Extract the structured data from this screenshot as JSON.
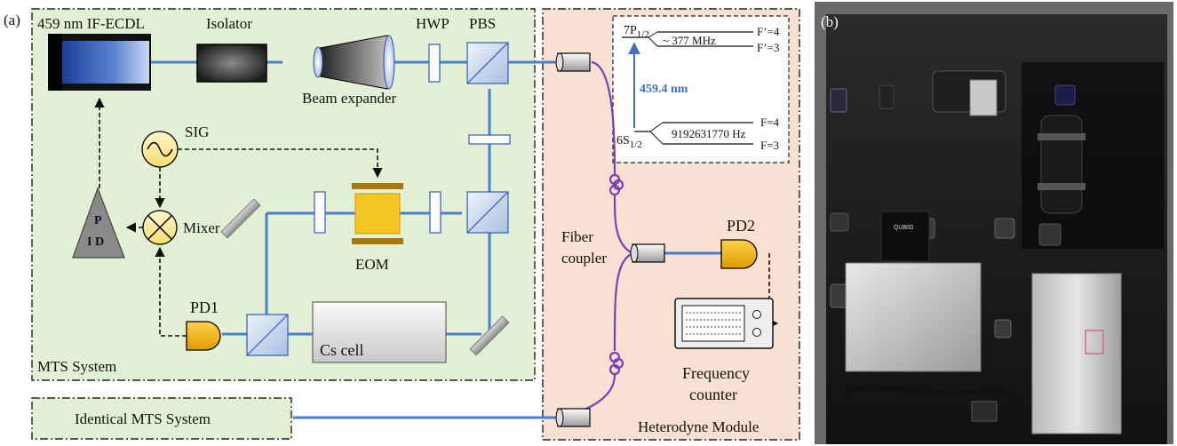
{
  "panel_a": {
    "label": "(a)",
    "laser_label": "459 nm IF-ECDL",
    "isolator_label": "Isolator",
    "hwp_label": "HWP",
    "pbs_label": "PBS",
    "beam_expander_label": "Beam expander",
    "sig_label": "SIG",
    "mixer_label": "Mixer",
    "pid_top": "P",
    "pid_bottom": "I D",
    "eom_label": "EOM",
    "pd1_label": "PD1",
    "cs_cell_label": "Cs cell",
    "mts_system_label": "MTS System",
    "identical_mts_label": "Identical MTS System",
    "fiber_coupler_line1": "Fiber",
    "fiber_coupler_line2": "coupler",
    "pd2_label": "PD2",
    "freq_counter_line1": "Frequency",
    "freq_counter_line2": "counter",
    "heterodyne_label": "Heterodyne Module"
  },
  "level_diagram": {
    "upper_state": "7P",
    "upper_sub": "1/2",
    "upper_split": "~ 377 MHz",
    "upper_f4": "F’=4",
    "upper_f3": "F’=3",
    "transition": "459.4 nm",
    "lower_state": "6S",
    "lower_sub": "1/2",
    "lower_split": "9192631770 Hz",
    "lower_f4": "F=4",
    "lower_f3": "F=3"
  },
  "panel_b": {
    "label": "(b)",
    "device_label": "QUBIG"
  },
  "colors": {
    "beam": "#4a7fd0",
    "fiber": "#7b3fb5",
    "mts_bg": "#e4f0d6",
    "heterodyne_bg": "#f8e0d2",
    "transition": "#3f6fc2",
    "eom_electrode": "#a27a10",
    "eom_crystal": "#f3c623",
    "detector": "#f2b705"
  }
}
